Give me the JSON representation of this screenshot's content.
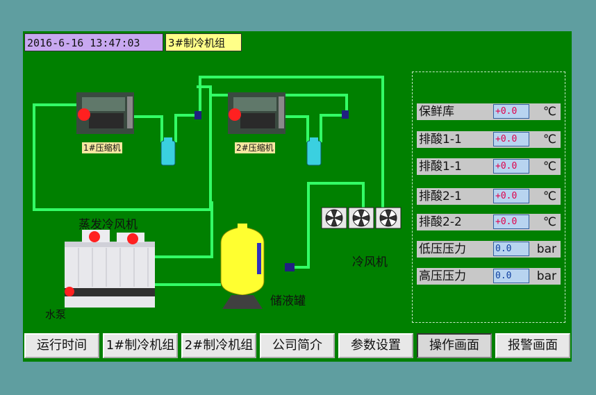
{
  "header": {
    "datetime": "2016-6-16  13:47:03",
    "unit_title": "3#制冷机组"
  },
  "equipment": {
    "compressor1": "1#压缩机",
    "compressor2": "2#压缩机",
    "evap_condenser": "蒸发冷风机",
    "water_pump": "水泵",
    "receiver": "储液罐",
    "air_cooler": "冷风机"
  },
  "sensors": [
    {
      "name": "保鲜库",
      "value": "+0.0",
      "unit": "℃"
    },
    {
      "name": "排酸1-1",
      "value": "+0.0",
      "unit": "℃"
    },
    {
      "name": "排酸1-1",
      "value": "+0.0",
      "unit": "℃"
    },
    {
      "name": "排酸2-1",
      "value": "+0.0",
      "unit": "℃"
    },
    {
      "name": "排酸2-2",
      "value": "+0.0",
      "unit": "℃"
    },
    {
      "name": "低压压力",
      "value": "0.0",
      "unit": "bar"
    },
    {
      "name": "高压压力",
      "value": "0.0",
      "unit": "bar"
    }
  ],
  "nav": [
    {
      "label": "运行时间",
      "active": false
    },
    {
      "label": "1#制冷机组",
      "active": false
    },
    {
      "label": "2#制冷机组",
      "active": false
    },
    {
      "label": "公司简介",
      "active": false
    },
    {
      "label": "参数设置",
      "active": false
    },
    {
      "label": "操作画面",
      "active": true
    },
    {
      "label": "报警画面",
      "active": false
    }
  ],
  "colors": {
    "screen_bg": "#008000",
    "pipe": "#33ff66",
    "alarm_dot": "#ff2020"
  }
}
